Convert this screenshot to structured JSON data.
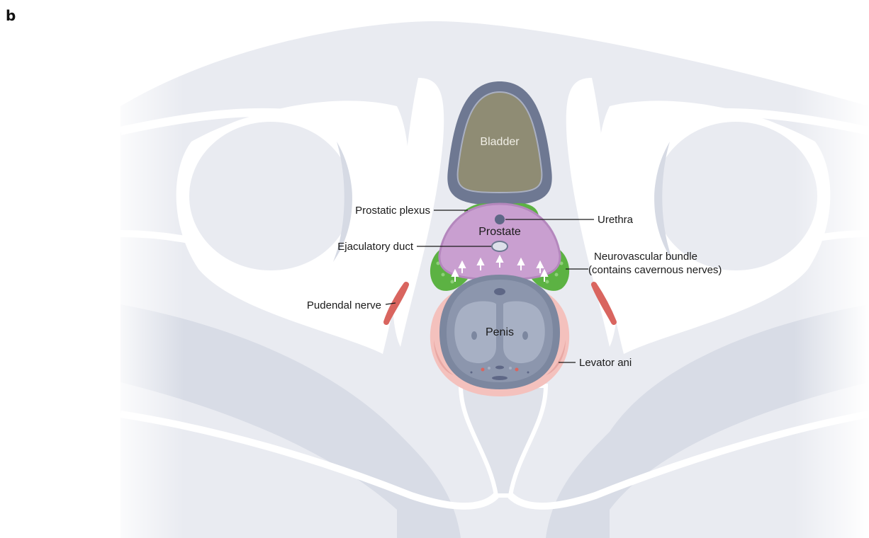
{
  "panel_letter": "b",
  "labels": {
    "bladder": "Bladder",
    "prostate": "Prostate",
    "penis": "Penis",
    "prostatic_plexus": "Prostatic plexus",
    "urethra": "Urethra",
    "ejaculatory_duct": "Ejaculatory duct",
    "neurovascular_bundle_1": "Neurovascular bundle",
    "neurovascular_bundle_2": "(contains cavernous nerves)",
    "pudendal_nerve": "Pudendal nerve",
    "levator_ani": "Levator ani"
  },
  "colors": {
    "pelvic_fill": "#e9ebf1",
    "pelvic_shade": "#d6dae4",
    "bladder_outer": "#6e7892",
    "bladder_inner": "#8f8c74",
    "prostate": "#c99fd0",
    "plexus_green": "#5cb243",
    "penis_outer": "#7c879f",
    "penis_inner": "#a7b0c4",
    "levator_pink": "#f4c1bd",
    "pudendal_red": "#d9655f"
  }
}
